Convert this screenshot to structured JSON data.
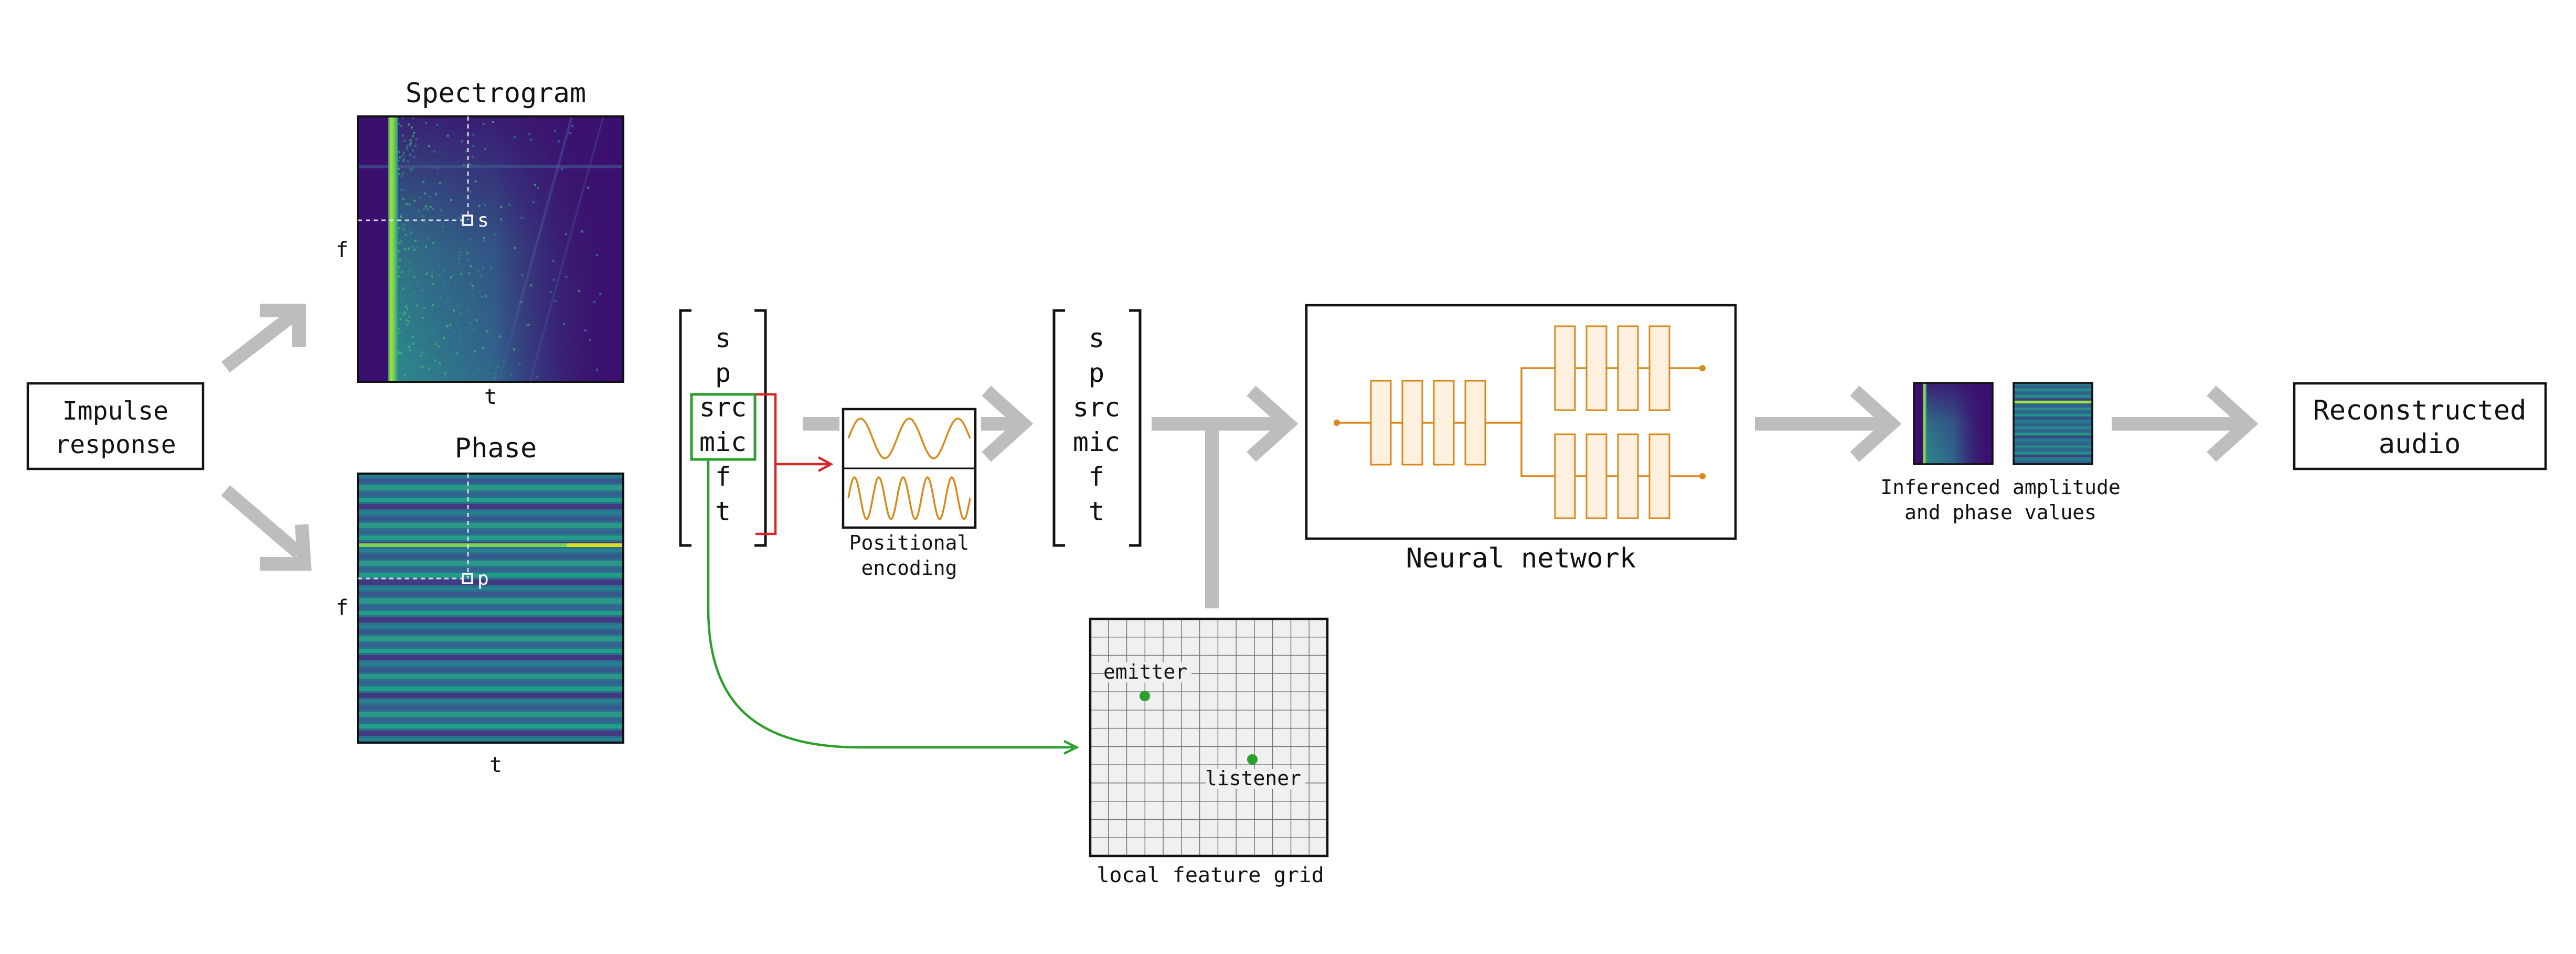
{
  "input_box": {
    "line1": "Impulse",
    "line2": "response"
  },
  "spectrogram": {
    "title": "Spectrogram",
    "x_axis": "t",
    "y_axis": "f",
    "marker": "s"
  },
  "phase": {
    "title": "Phase",
    "x_axis": "t",
    "y_axis": "f",
    "marker": "p"
  },
  "input_vector": [
    "s",
    "p",
    "src",
    "mic",
    "f",
    "t"
  ],
  "positional_encoding": {
    "line1": "Positional",
    "line2": "encoding"
  },
  "encoded_vector": [
    "s",
    "p",
    "src",
    "mic",
    "f",
    "t"
  ],
  "feature_grid": {
    "caption": "local feature grid",
    "emitter_label": "emitter",
    "listener_label": "listener"
  },
  "neural_network": {
    "caption": "Neural network"
  },
  "inference": {
    "line1": "Inferenced amplitude",
    "line2": "and phase values"
  },
  "output_box": {
    "line1": "Reconstructed",
    "line2": "audio"
  },
  "colors": {
    "flow_arrow": "#bdbdbd",
    "network": "#d9891a",
    "location_highlight": "#2ca02c",
    "encoding_arrow": "#d62728",
    "spectrogram_bg": "#3b0f6f",
    "phase_bg": "#2a6f8e"
  }
}
